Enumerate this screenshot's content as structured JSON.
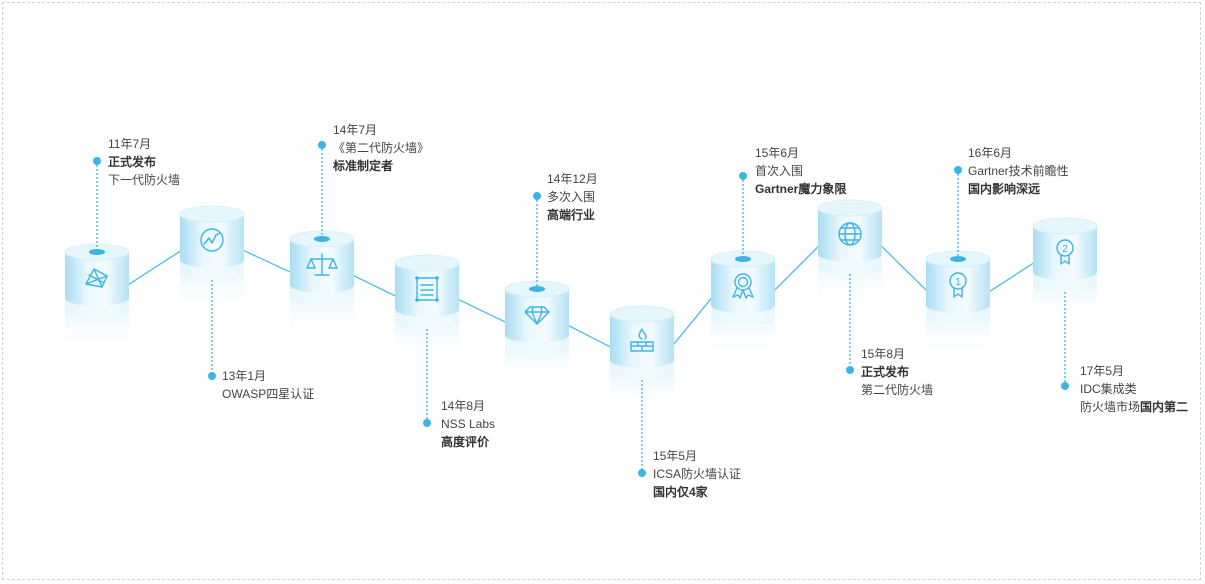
{
  "milestones": [
    {
      "id": "m1",
      "date": "11年7月",
      "line1_bold": "正式发布",
      "line2": "下一代防火墙",
      "icon": "network-icon"
    },
    {
      "id": "m2",
      "date": "13年1月",
      "line1": "OWASP四星认证",
      "icon": "growth-chart-icon"
    },
    {
      "id": "m3",
      "date": "14年7月",
      "line1": "《第二代防火墙》",
      "line2_bold": "标准制定者",
      "icon": "balance-scale-icon"
    },
    {
      "id": "m4",
      "date": "14年8月",
      "line1": "NSS Labs",
      "line2_bold": "高度评价",
      "icon": "document-list-icon"
    },
    {
      "id": "m5",
      "date": "14年12月",
      "line1": "多次入围",
      "line2_bold": "高端行业",
      "icon": "diamond-icon"
    },
    {
      "id": "m6",
      "date": "15年5月",
      "line1": "ICSA防火墙认证",
      "line2_bold": "国内仅4家",
      "icon": "firewall-icon"
    },
    {
      "id": "m7",
      "date": "15年6月",
      "line1": "首次入围",
      "line2_bold": "Gartner魔力象限",
      "icon": "award-ribbon-icon"
    },
    {
      "id": "m8",
      "date": "15年8月",
      "line1_bold": "正式发布",
      "line2": "第二代防火墙",
      "icon": "globe-icon"
    },
    {
      "id": "m9",
      "date": "16年6月",
      "line1": "Gartner技术前瞻性",
      "line2_bold": "国内影响深远",
      "icon": "medal-first-icon"
    },
    {
      "id": "m10",
      "date": "17年5月",
      "line1": "IDC集成类",
      "line2": "防火墙市场",
      "line2_bold_suffix": "国内第二",
      "icon": "medal-second-icon"
    }
  ],
  "icon_glyphs": {
    "medal_first": "1",
    "medal_second": "2"
  },
  "colors": {
    "accent": "#3cb4e6",
    "cyl_top": "#e6f6fd",
    "cyl_side_dark": "#a9def4",
    "line": "#4cbbe8"
  }
}
